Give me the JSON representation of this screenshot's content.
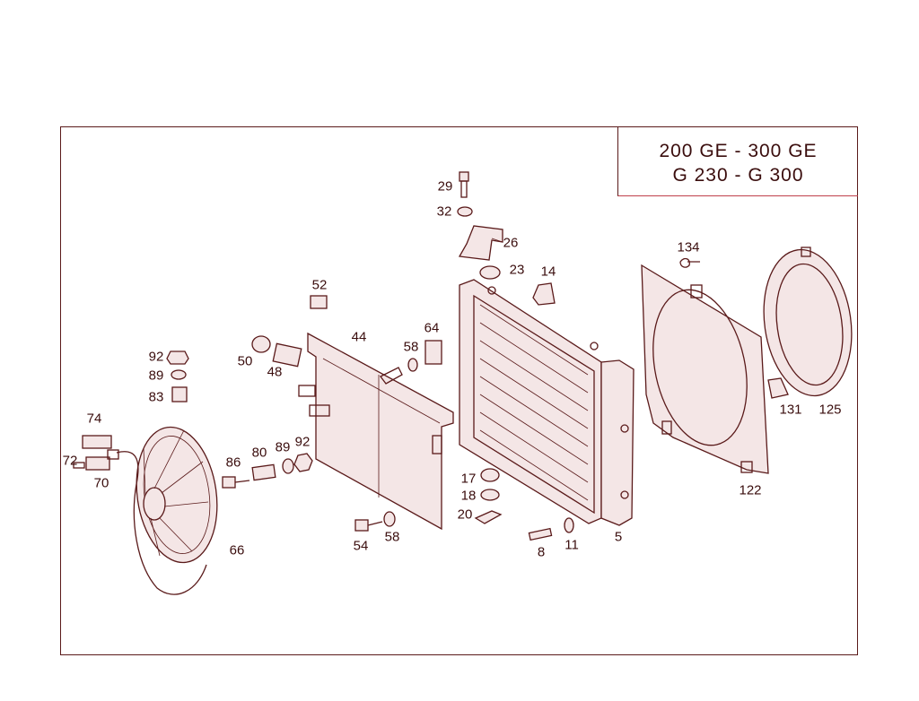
{
  "model_box": {
    "line1": "200 GE - 300 GE",
    "line2": "G 230 - G 300"
  },
  "colors": {
    "line": "#5a1a1a",
    "accent": "#c0404a",
    "text": "#3a0d0d"
  },
  "parts": {
    "p29": "29",
    "p32": "32",
    "p26": "26",
    "p23": "23",
    "p14": "14",
    "p134": "134",
    "p52": "52",
    "p64": "64",
    "p44": "44",
    "p58a": "58",
    "p50": "50",
    "p48": "48",
    "p92a": "92",
    "p89a": "89",
    "p83": "83",
    "p74": "74",
    "p72": "72",
    "p70": "70",
    "p86": "86",
    "p80": "80",
    "p89b": "89",
    "p92b": "92",
    "p66": "66",
    "p54": "54",
    "p58b": "58",
    "p17": "17",
    "p18": "18",
    "p20": "20",
    "p8": "8",
    "p11": "11",
    "p5": "5",
    "p131": "131",
    "p125": "125",
    "p122": "122"
  }
}
